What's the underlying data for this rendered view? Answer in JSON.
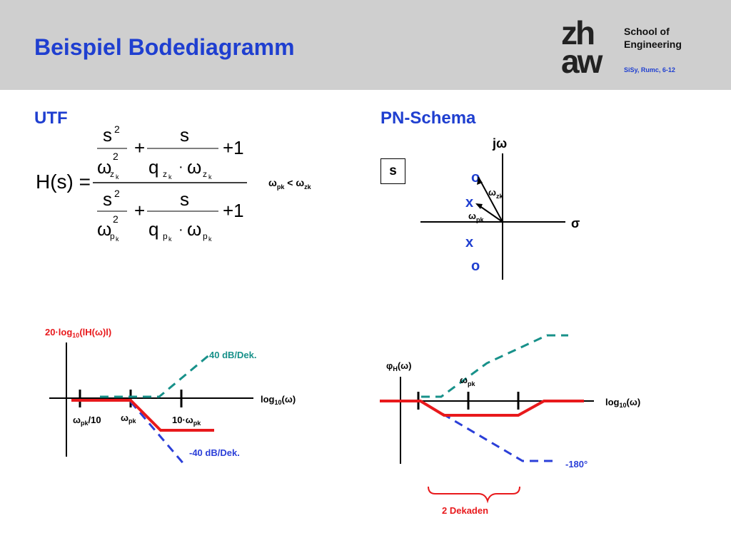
{
  "header": {
    "title": "Beispiel Bodediagramm",
    "school_line1": "School of",
    "school_line2": "Engineering",
    "logo_top": "zh",
    "logo_bottom": "aw",
    "ref": "SiSy, Rumc, 6-12"
  },
  "utf": {
    "heading": "UTF",
    "lhs": "H(s) =",
    "s": "s",
    "sq": "2",
    "plus": "+",
    "one": "+1",
    "dot": "·",
    "omega": "ω",
    "q": "q",
    "zk_z": "z",
    "zk_k": "k",
    "pk_p": "p",
    "pk_k": "k",
    "condition_omega": "ω",
    "condition_pk": "pk",
    "condition_lt": " < ",
    "condition_zk": "zk"
  },
  "pn": {
    "heading": "PN-Schema",
    "s_box": "s",
    "imag_axis": "jω",
    "real_axis": "σ",
    "zero_symbol": "o",
    "pole_symbol": "x",
    "omega_zk_main": "ω",
    "omega_zk_sub": "zk",
    "omega_pk_main": "ω",
    "omega_pk_sub": "pk"
  },
  "mag_plot": {
    "ylabel_pre": "20·log",
    "ylabel_sub": "10",
    "ylabel_post": "(lH(ω)l)",
    "xlabel_pre": "log",
    "xlabel_sub": "10",
    "xlabel_post": "(ω)",
    "slope_zero": "40 dB/Dek.",
    "slope_pole": "-40 dB/Dek.",
    "tick1_main": "ω",
    "tick1_sub": "pk",
    "tick1_post": "/10",
    "tick2_main": "ω",
    "tick2_sub": "pk",
    "tick3_pre": "10·ω",
    "tick3_sub": "pk"
  },
  "phase_plot": {
    "ylabel_main": "φ",
    "ylabel_sub": "H",
    "ylabel_post": "(ω)",
    "xlabel_pre": "log",
    "xlabel_sub": "10",
    "xlabel_post": "(ω)",
    "omega_main": "ω",
    "omega_sub": "pk",
    "minus180": "-180°",
    "dekaden": "2 Dekaden"
  },
  "colors": {
    "blue": "#1f3fd0",
    "red": "#e8191c",
    "teal": "#18918a",
    "dashblue": "#2b3fd8"
  }
}
